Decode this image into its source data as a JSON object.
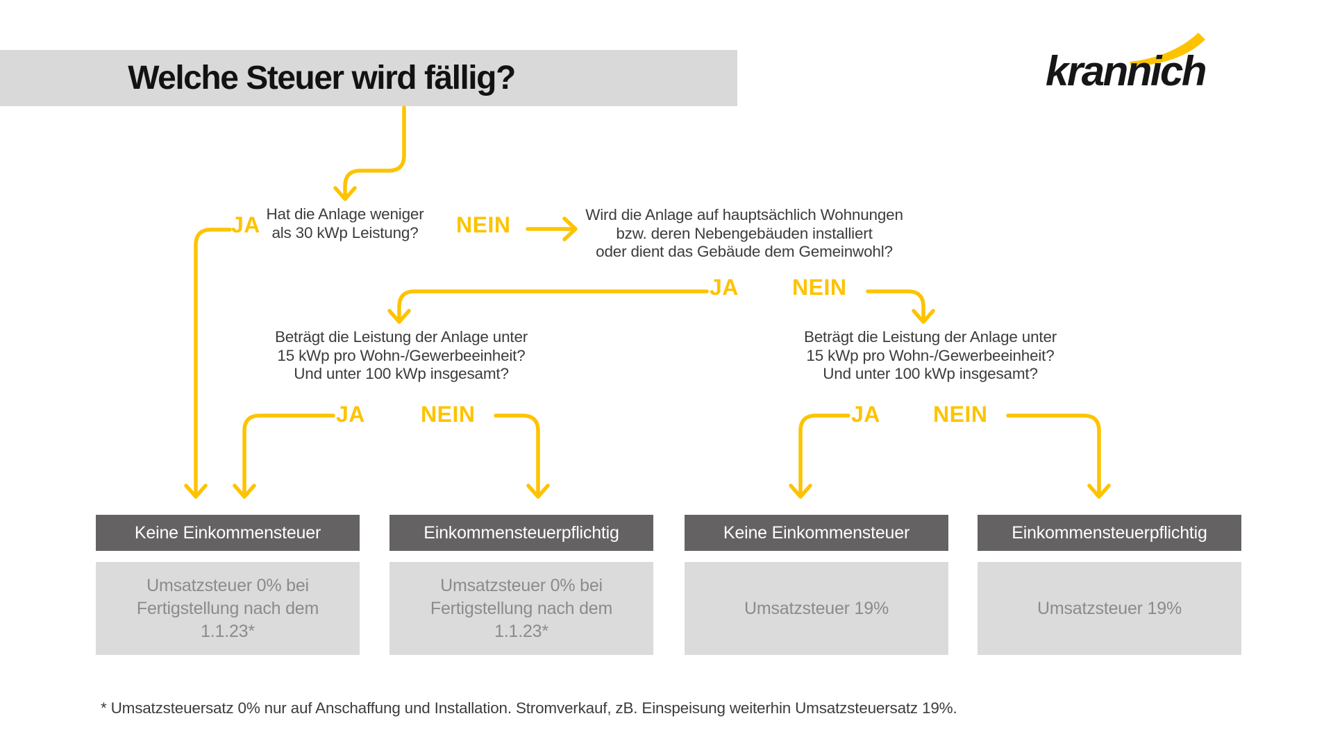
{
  "header": {
    "title": "Welche Steuer wird fällig?"
  },
  "logo": {
    "brand": "krannich"
  },
  "flow": {
    "q1": {
      "text": "Hat die Anlage weniger\nals 30 kWp Leistung?",
      "yes_label": "JA",
      "no_label": "NEIN"
    },
    "q2": {
      "text": "Wird die Anlage auf hauptsächlich Wohnungen\nbzw. deren Nebengebäuden installiert\noder dient das Gebäude dem Gemeinwohl?",
      "yes_label": "JA",
      "no_label": "NEIN"
    },
    "q3": {
      "text": "Beträgt die Leistung der Anlage unter\n15 kWp pro Wohn-/Gewerbeeinheit?\nUnd unter 100 kWp insgesamt?",
      "yes_label": "JA",
      "no_label": "NEIN"
    },
    "q4": {
      "text": "Beträgt die Leistung der Anlage unter\n15 kWp pro Wohn-/Gewerbeeinheit?\nUnd unter 100 kWp insgesamt?",
      "yes_label": "JA",
      "no_label": "NEIN"
    }
  },
  "results": [
    {
      "header": "Keine Einkommensteuer",
      "body": "Umsatzsteuer 0% bei\nFertigstellung nach dem\n1.1.23*"
    },
    {
      "header": "Einkommensteuerpflichtig",
      "body": "Umsatzsteuer 0% bei\nFertigstellung nach dem\n1.1.23*"
    },
    {
      "header": "Keine Einkommensteuer",
      "body": "Umsatzsteuer 19%"
    },
    {
      "header": "Einkommensteuerpflichtig",
      "body": "Umsatzsteuer 19%"
    }
  ],
  "footnote": "* Umsatzsteuersatz 0% nur auf Anschaffung und Installation. Stromverkauf, zB. Einspeisung weiterhin Umsatzsteuersatz 19%.",
  "colors": {
    "accent": "#FDC300",
    "banner": "#D9D9D9",
    "box_dark": "#646262",
    "box_light": "#DBDBDB",
    "text_dark": "#3C3C3B",
    "text_muted": "#8C8B8B"
  }
}
